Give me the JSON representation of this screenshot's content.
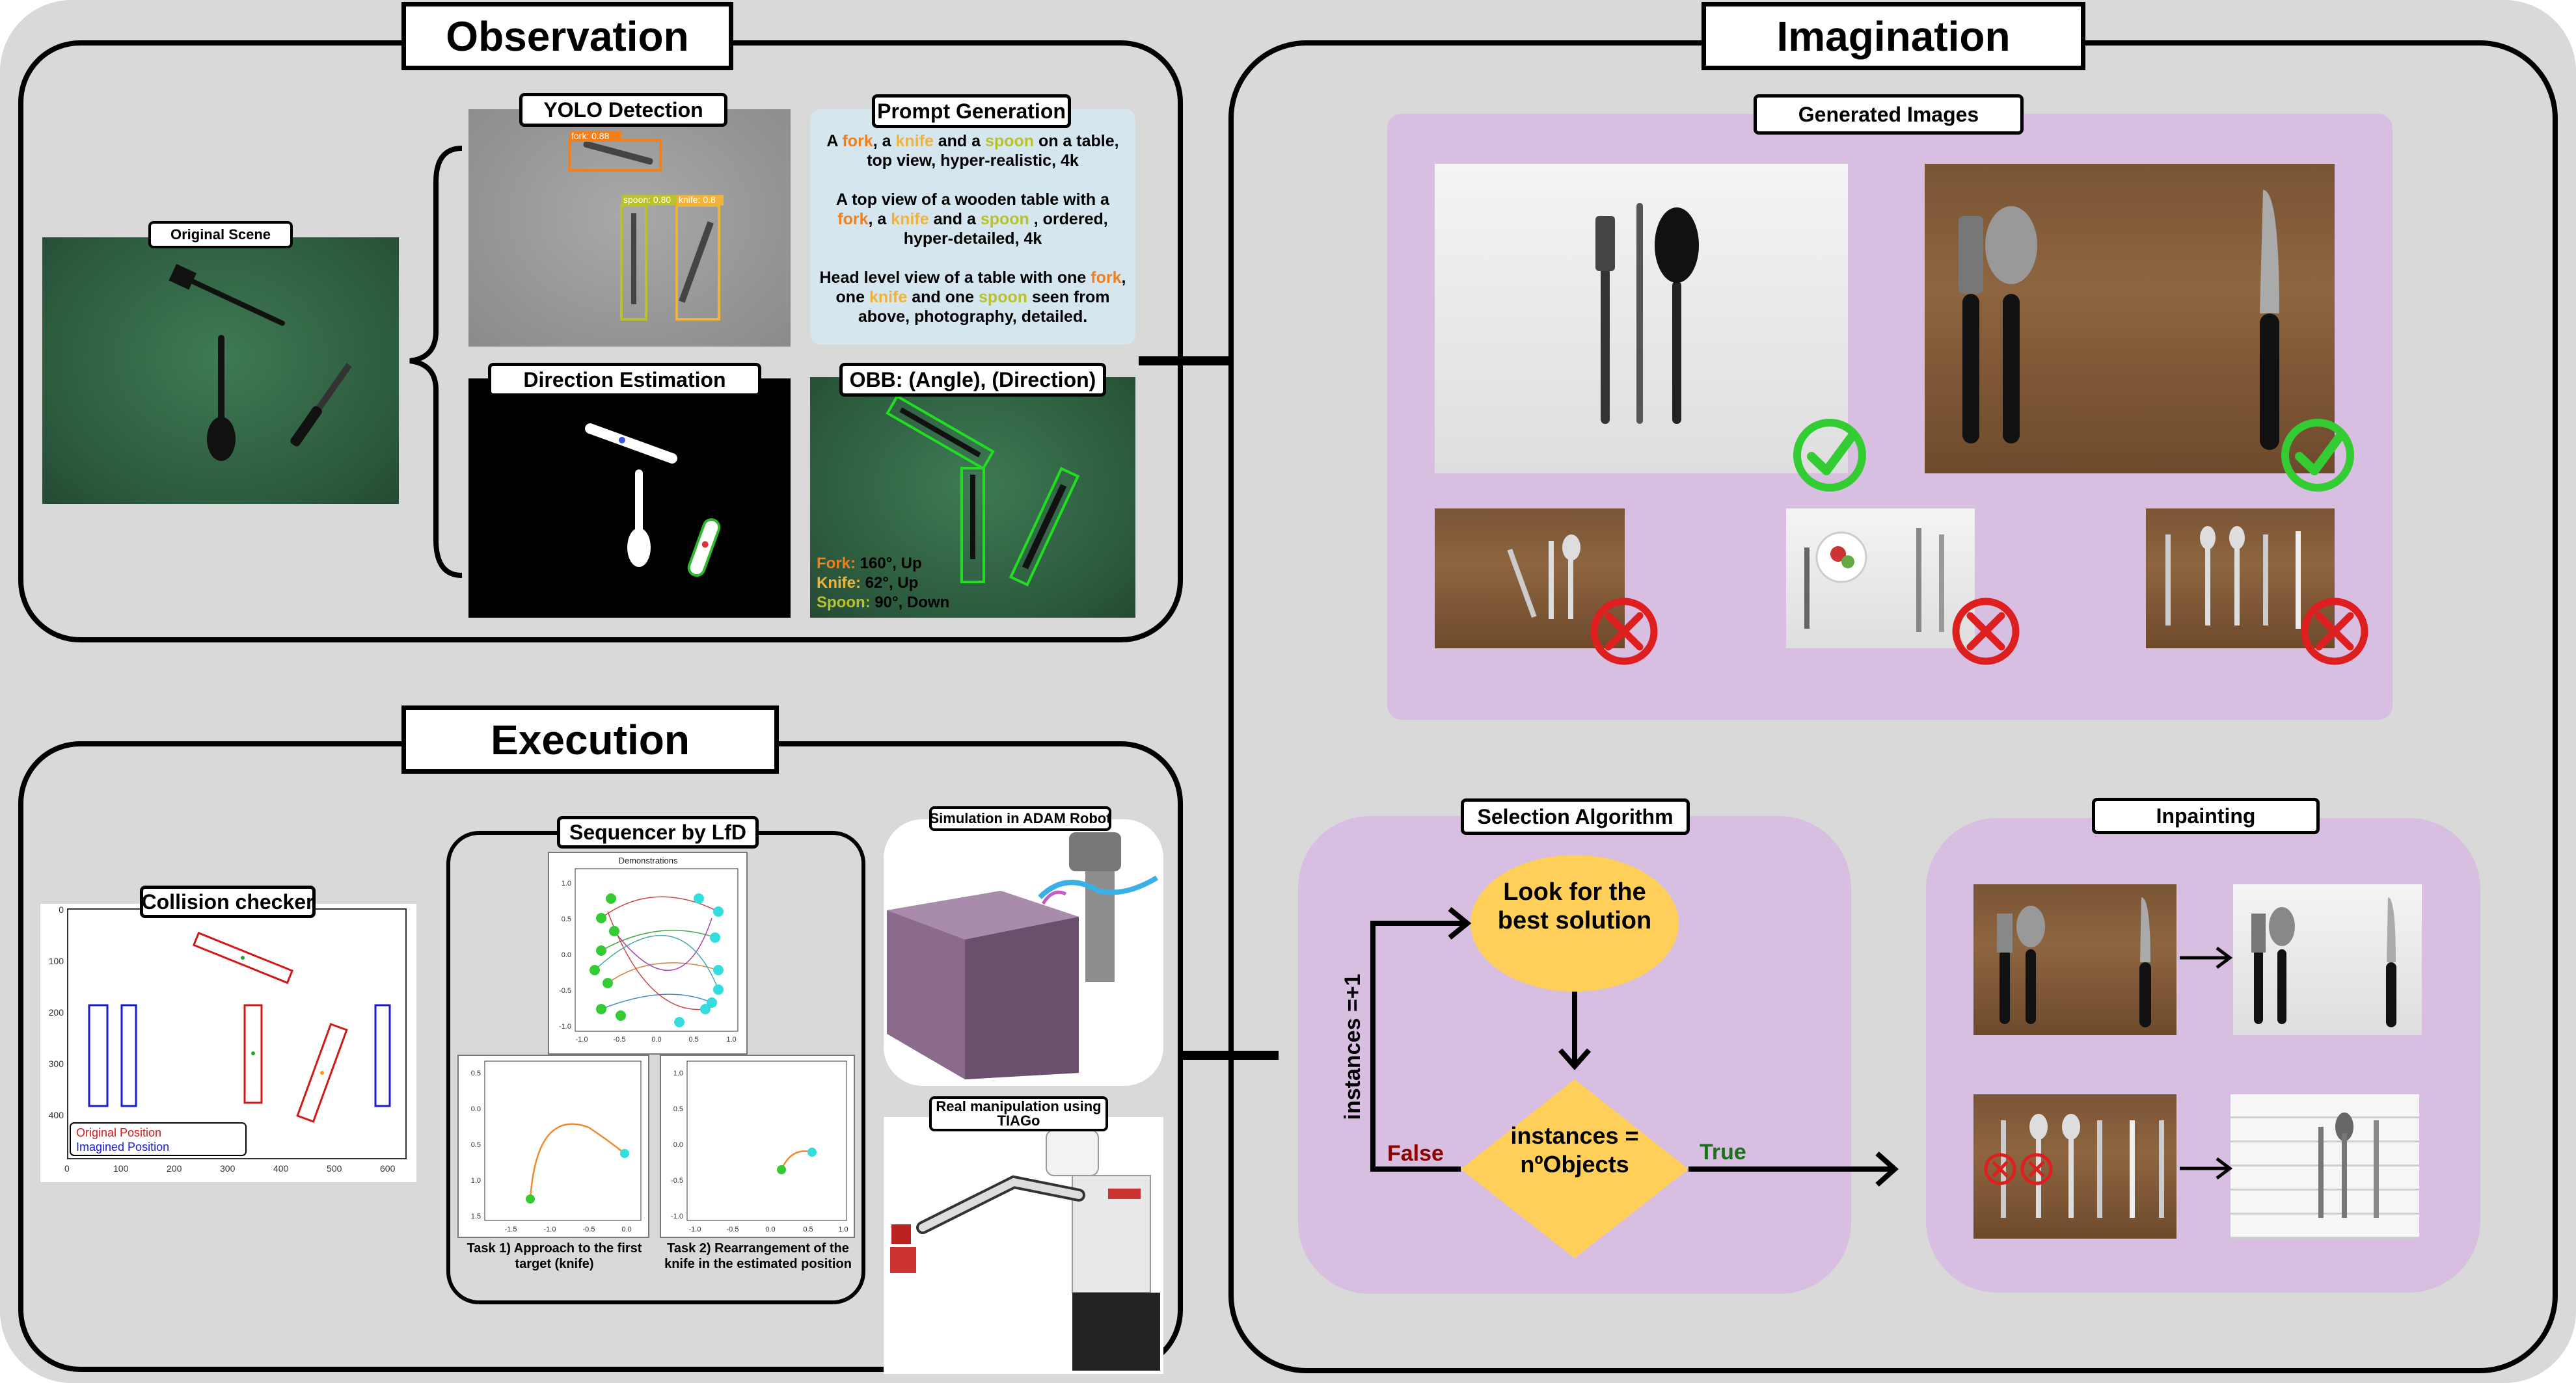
{
  "sections": {
    "observation": "Observation",
    "imagination": "Imagination",
    "execution": "Execution"
  },
  "observation": {
    "original_scene": "Original Scene",
    "yolo": "YOLO Detection",
    "yolo_labels": [
      "fork: 0.88",
      "spoon: 0.80",
      "knife: 0.8"
    ],
    "direction": "Direction Estimation",
    "prompt_generation": "Prompt Generation",
    "prompts": [
      [
        {
          "t": "A ",
          "c": "black"
        },
        {
          "t": "fork",
          "c": "fork"
        },
        {
          "t": ", a ",
          "c": "black"
        },
        {
          "t": "knife",
          "c": "knife"
        },
        {
          "t": " and a ",
          "c": "black"
        },
        {
          "t": "spoon",
          "c": "spoon"
        },
        {
          "t": " on a table, top view, hyper-realistic, 4k",
          "c": "black"
        }
      ],
      [
        {
          "t": "A top view of a wooden table with a ",
          "c": "black"
        },
        {
          "t": "fork",
          "c": "fork"
        },
        {
          "t": ", a ",
          "c": "black"
        },
        {
          "t": "knife",
          "c": "knife"
        },
        {
          "t": " and a ",
          "c": "black"
        },
        {
          "t": "spoon",
          "c": "spoon"
        },
        {
          "t": " , ordered, hyper-detailed, 4k",
          "c": "black"
        }
      ],
      [
        {
          "t": "Head level view of a table with one ",
          "c": "black"
        },
        {
          "t": "fork",
          "c": "fork"
        },
        {
          "t": ", one ",
          "c": "black"
        },
        {
          "t": "knife",
          "c": "knife"
        },
        {
          "t": " and one ",
          "c": "black"
        },
        {
          "t": "spoon",
          "c": "spoon"
        },
        {
          "t": " seen from above, photography, detailed.",
          "c": "black"
        }
      ]
    ],
    "obb": "OBB: (Angle), (Direction)",
    "obb_lines": [
      {
        "name": "Fork:",
        "value": " 160°, Up",
        "c": "fork"
      },
      {
        "name": "Knife:",
        "value": " 62°, Up",
        "c": "knife"
      },
      {
        "name": "Spoon:",
        "value": "  90°, Down",
        "c": "spoon"
      }
    ]
  },
  "imagination": {
    "generated_images": "Generated Images",
    "selection_algorithm": "Selection Algorithm",
    "inpainting": "Inpainting",
    "look_for": "Look for the best solution",
    "condition": "instances = nºObjects",
    "loop_label": "instances =+1",
    "false_label": "False",
    "true_label": "True"
  },
  "execution": {
    "collision_checker": "Collision checker",
    "legend": [
      "Original Position",
      "Imagined Position"
    ],
    "cc_xticks": [
      "0",
      "100",
      "200",
      "300",
      "400",
      "500",
      "600"
    ],
    "cc_yticks": [
      "0",
      "100",
      "200",
      "300",
      "400"
    ],
    "sequencer": "Sequencer by LfD",
    "demonstrations": "Demonstrations",
    "demo_xticks": [
      "-1.0",
      "-0.5",
      "0.0",
      "0.5",
      "1.0"
    ],
    "demo_yticks": [
      "1.0",
      "0.5",
      "0.0",
      "-0.5",
      "-1.0"
    ],
    "task1_xticks": [
      "-1.5",
      "-1.0",
      "-0.5",
      "0.0"
    ],
    "task1_yticks": [
      "0.5",
      "0.0",
      "0.5",
      "1.0",
      "1.5"
    ],
    "task2_xticks": [
      "-1.0",
      "-0.5",
      "0.0",
      "0.5",
      "1.0"
    ],
    "task2_yticks": [
      "1.0",
      "0.5",
      "0.0",
      "-0.5",
      "-1.0"
    ],
    "task1": "Task 1) Approach to the first target (knife)",
    "task2": "Task 2) Rearrangement of the knife in the estimated position",
    "simulation": "Simulation in ADAM Robot",
    "real": "Real manipulation using TIAGo"
  },
  "colors": {
    "fork": "#f07f1c",
    "knife": "#f0b33a",
    "spoon": "#b9c22a",
    "black": "#000000",
    "purple": "#d8bfe2",
    "decision": "#ffcf59",
    "check": "#33cc33",
    "cross": "#dd1f1f",
    "false": "#8b0000",
    "true": "#1d6e1d",
    "original": "#d31818",
    "imagined": "#1a1ad0"
  }
}
